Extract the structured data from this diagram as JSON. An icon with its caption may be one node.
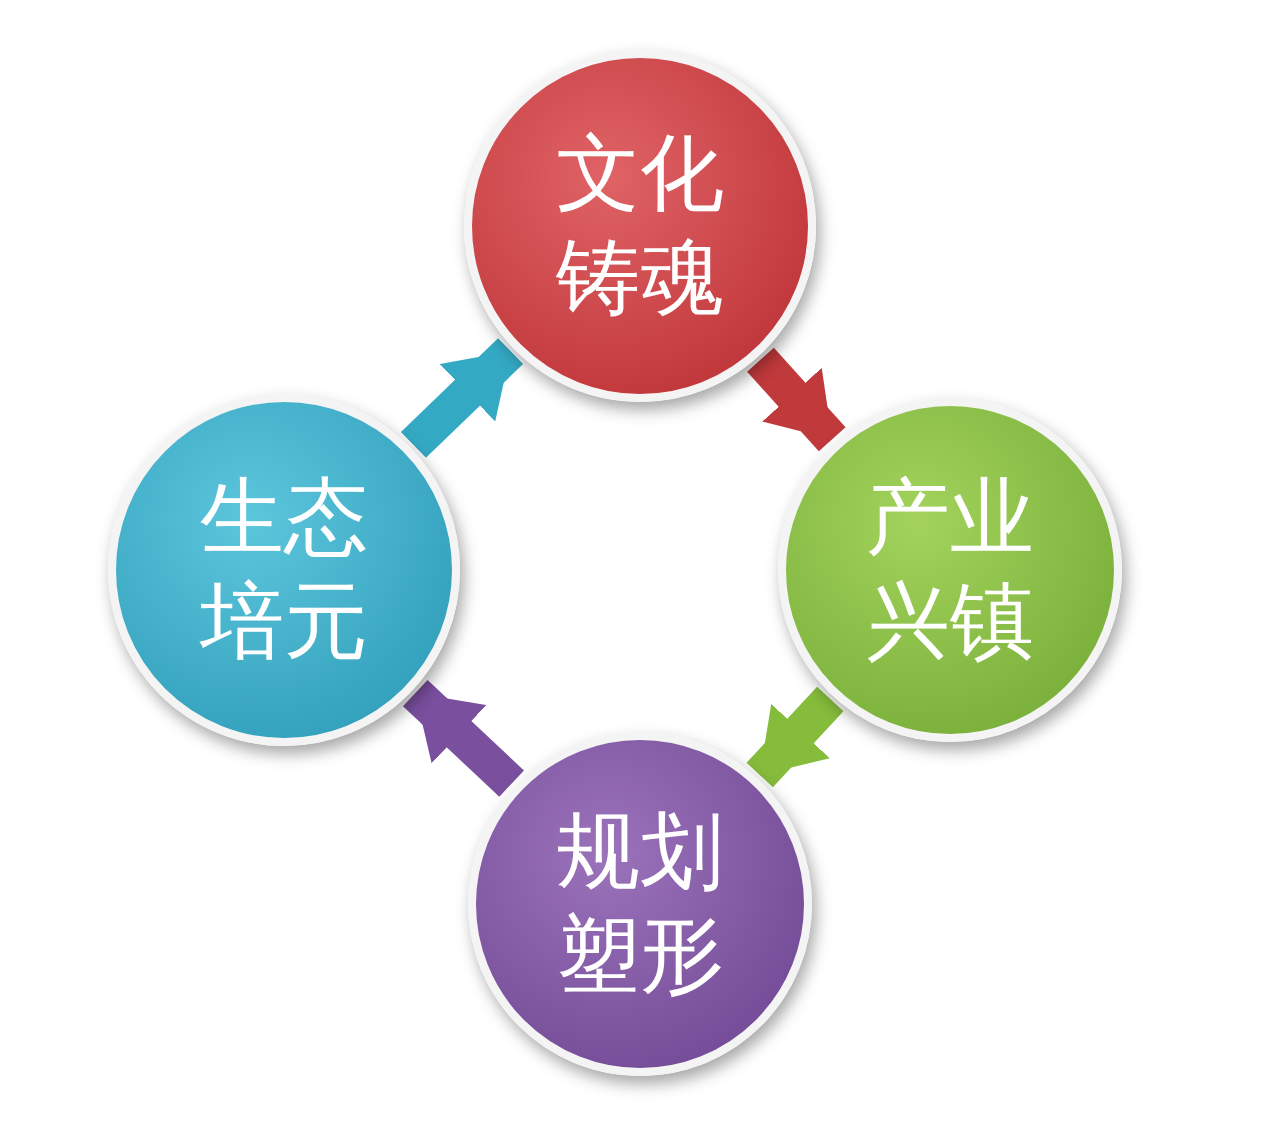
{
  "diagram": {
    "nodes": [
      {
        "text": [
          "文化铸魂"
        ]
      },
      {
        "text": [
          "产业兴镇"
        ]
      },
      {
        "text": [
          "规划塑形"
        ]
      },
      {
        "text": [
          "生态培元"
        ]
      }
    ],
    "edges": [
      {
        "from": 0,
        "to": 1,
        "arrow": "to",
        "color": "#c0393b"
      },
      {
        "from": 1,
        "to": 2,
        "arrow": "to",
        "color": "#86bc3c"
      },
      {
        "from": 2,
        "to": 3,
        "arrow": "to",
        "color": "#7a4f9e"
      },
      {
        "from": 3,
        "to": 0,
        "arrow": "to",
        "color": "#34a9c4"
      }
    ]
  }
}
